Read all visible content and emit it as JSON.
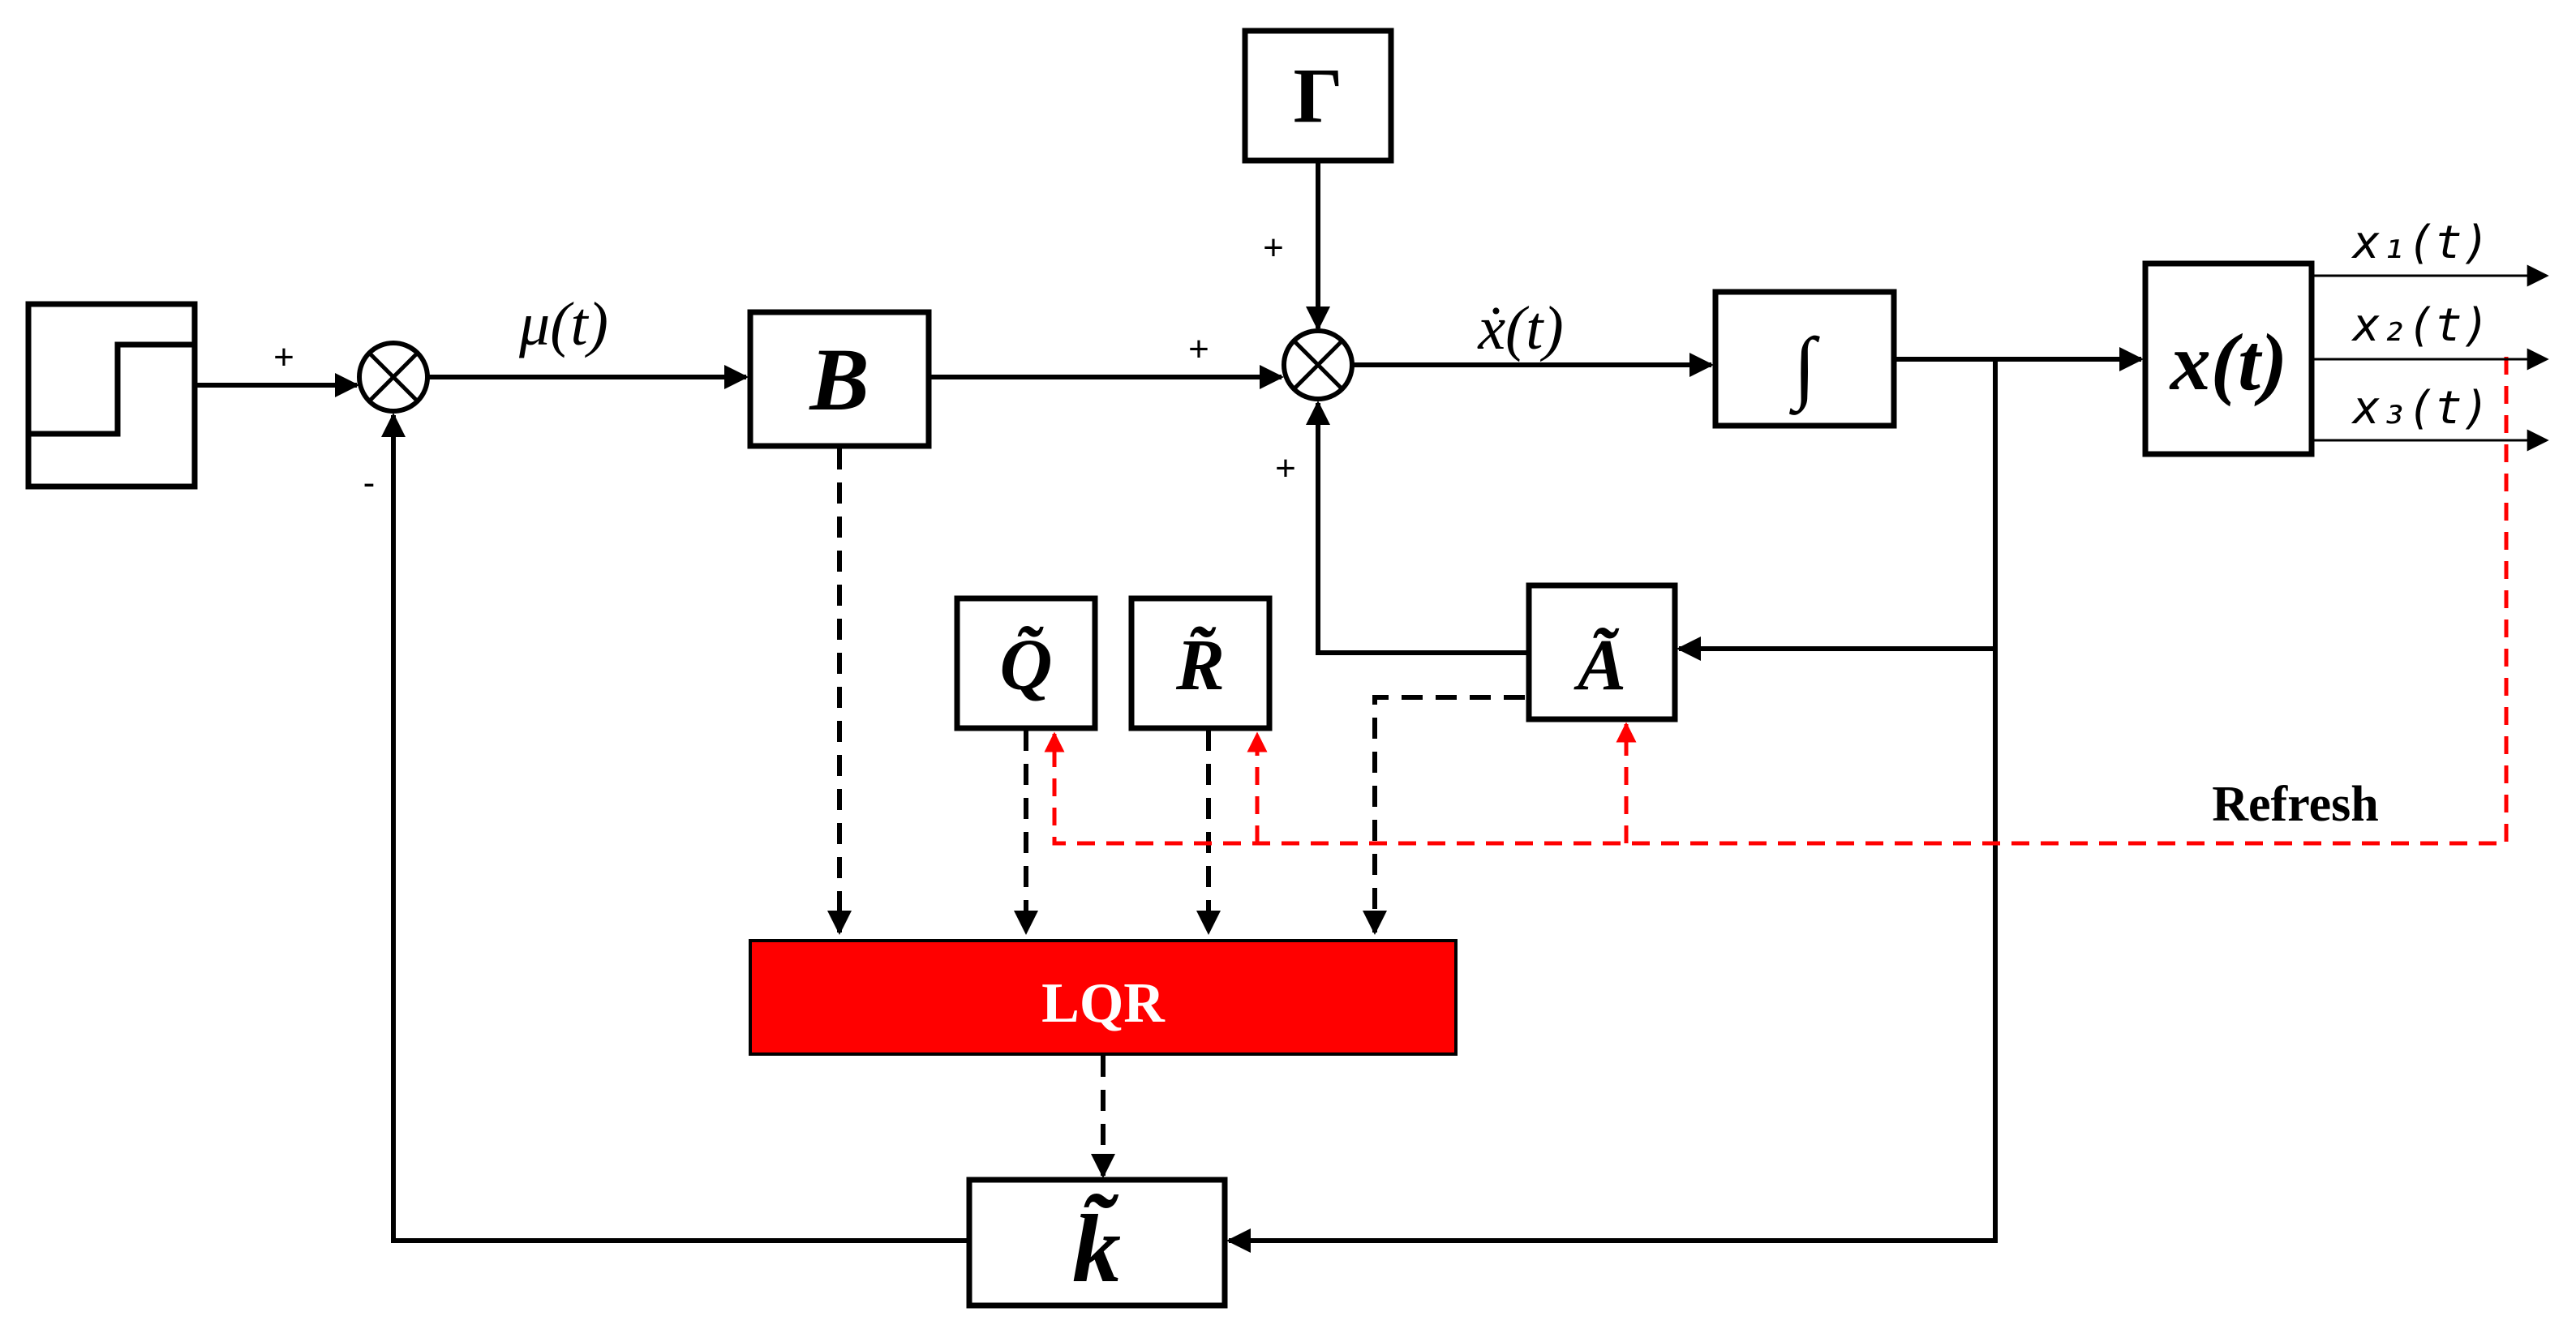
{
  "colors": {
    "line": "#000000",
    "lqr_fill": "#ff0000",
    "refresh_line": "#ff0000",
    "lqr_text": "#ffffff"
  },
  "blocks": {
    "step": {
      "icon": "step-function-icon"
    },
    "gamma": {
      "label": "Γ"
    },
    "B": {
      "label": "B"
    },
    "integrator": {
      "label": "∫"
    },
    "state": {
      "label": "x(t)"
    },
    "Q": {
      "label": "Q̃"
    },
    "R": {
      "label": "R̃"
    },
    "A": {
      "label": "Ã"
    },
    "lqr": {
      "label": "LQR"
    },
    "k": {
      "label": "k̃"
    }
  },
  "signals": {
    "mu": "μ(t)",
    "xdot": "ẋ(t)",
    "x1": "x₁(t)",
    "x2": "x₂(t)",
    "x3": "x₃(t)"
  },
  "signs": {
    "sum1_plus": "+",
    "sum1_minus": "-",
    "sum2_left_plus": "+",
    "sum2_top_plus": "+",
    "sum2_bottom_plus": "+"
  },
  "refresh_label": "Refresh"
}
